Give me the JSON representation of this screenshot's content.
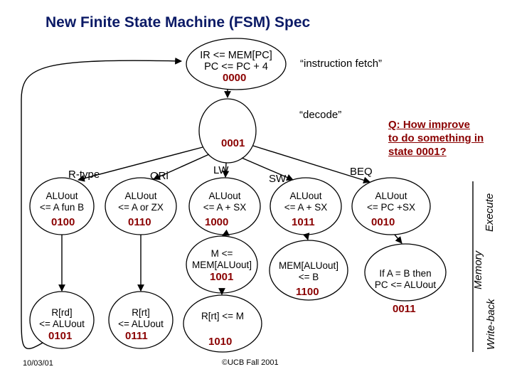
{
  "title": "New Finite State Machine (FSM) Spec",
  "question": {
    "line1": "Q: How improve",
    "line2": "to do something in",
    "line3": "state 0001?"
  },
  "annotations": {
    "instruction_fetch": "“instruction fetch”",
    "decode": "“decode”"
  },
  "side_labels": {
    "execute": "Execute",
    "memory": "Memory",
    "write_back": "Write-back"
  },
  "states": {
    "fetch": {
      "line1": "IR <= MEM[PC]",
      "line2": "PC <= PC + 4",
      "code": "0000"
    },
    "decode": {
      "code": "0001"
    },
    "rtype_exec": {
      "line1": "ALUout",
      "line2": "<= A fun B",
      "code": "0100"
    },
    "ori_exec": {
      "line1": "ALUout",
      "line2": "<= A or ZX",
      "code": "0110"
    },
    "lw_exec": {
      "line1": "ALUout",
      "line2": "<= A + SX",
      "code": "1000"
    },
    "sw_exec": {
      "line1": "ALUout",
      "line2": "<= A + SX",
      "code": "1011"
    },
    "beq_exec": {
      "line1": "ALUout",
      "line2": "<= PC +SX",
      "code": "0010"
    },
    "lw_mem": {
      "line1": "M <=",
      "line2": "MEM[ALUout]",
      "code": "1001"
    },
    "sw_mem": {
      "line1": "MEM[ALUout]",
      "line2": "<= B",
      "code": "1100"
    },
    "beq_branch": {
      "line1": "If A = B then",
      "line2": "PC <= ALUout",
      "code": "0011"
    },
    "rtype_wb": {
      "line1": "R[rd]",
      "line2": "<= ALUout",
      "code": "0101"
    },
    "ori_wb": {
      "line1": "R[rt]",
      "line2": "<= ALUout",
      "code": "0111"
    },
    "lw_wb": {
      "line1": "R[rt] <= M",
      "code": "1010"
    }
  },
  "branch_labels": {
    "rtype": "R-type",
    "ori": "ORi",
    "lw": "LW",
    "sw": "SW",
    "beq": "BEQ"
  },
  "footer": {
    "date": "10/03/01",
    "copyright": "©UCB Fall 2001"
  }
}
